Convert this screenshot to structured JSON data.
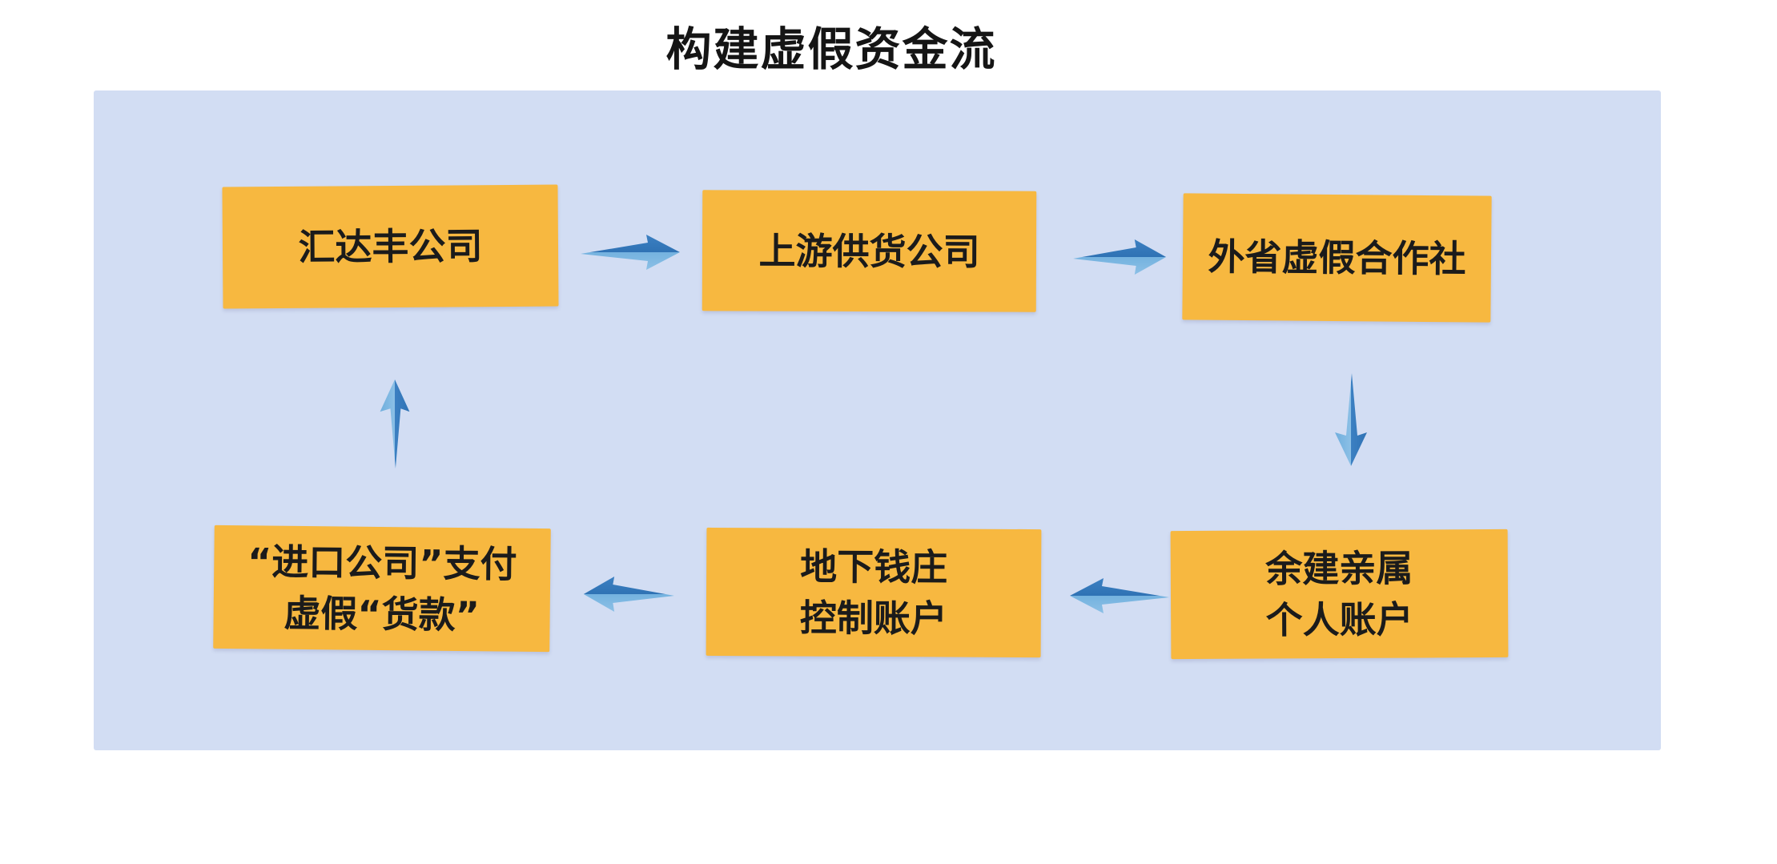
{
  "title": "构建虚假资金流",
  "colors": {
    "panel_background": "#d2ddf3",
    "node_background": "#f7b840",
    "text": "#1b1b1b",
    "arrow_dark_blue": "#3c80c2",
    "arrow_light_blue": "#74b2df"
  },
  "nodes": [
    {
      "id": "huidafeng-company",
      "lines": [
        "汇达丰公司"
      ]
    },
    {
      "id": "upstream-supplier",
      "lines": [
        "上游供货公司"
      ]
    },
    {
      "id": "fake-coop",
      "lines": [
        "外省虚假合作社"
      ]
    },
    {
      "id": "relatives-account",
      "lines": [
        "余建亲属",
        "个人账户"
      ]
    },
    {
      "id": "underground-bank",
      "lines": [
        "地下钱庄",
        "控制账户"
      ]
    },
    {
      "id": "import-fake-payment",
      "lines": [
        "“进口公司”支付",
        "虚假“货款”"
      ]
    }
  ],
  "edges": [
    {
      "from": "huidafeng-company",
      "to": "upstream-supplier",
      "direction": "right"
    },
    {
      "from": "upstream-supplier",
      "to": "fake-coop",
      "direction": "right"
    },
    {
      "from": "fake-coop",
      "to": "relatives-account",
      "direction": "down"
    },
    {
      "from": "relatives-account",
      "to": "underground-bank",
      "direction": "left"
    },
    {
      "from": "underground-bank",
      "to": "import-fake-payment",
      "direction": "left"
    },
    {
      "from": "import-fake-payment",
      "to": "huidafeng-company",
      "direction": "up"
    }
  ]
}
